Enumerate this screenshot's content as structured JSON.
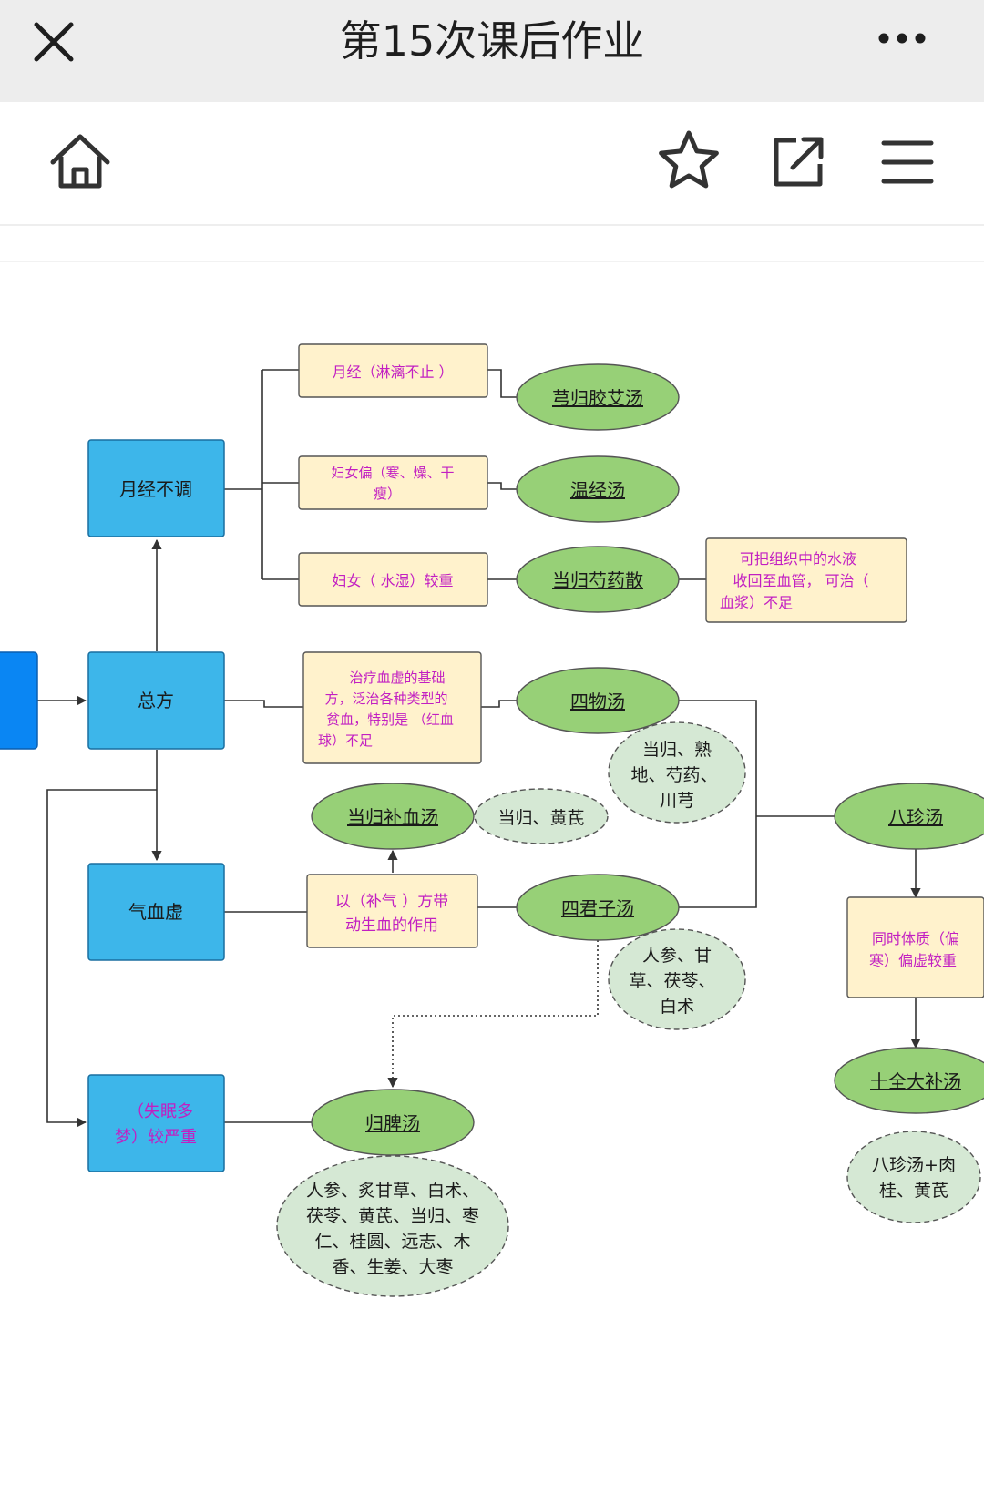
{
  "titlebar": {
    "title": "第15次课后作业"
  },
  "diagram": {
    "blue_nodes": [
      {
        "id": "yuejing_butiao",
        "label": "月经不调"
      },
      {
        "id": "zongfang",
        "label": "总方"
      },
      {
        "id": "qixuexu",
        "label": "气血虚"
      },
      {
        "id": "shimian",
        "label_lines": [
          "（失眠多",
          "梦）较严重"
        ]
      }
    ],
    "conditions": [
      {
        "id": "c1",
        "lines": [
          "月经（淋漓不止 ）"
        ]
      },
      {
        "id": "c2",
        "lines": [
          "妇女偏（寒、燥、干",
          "瘦）"
        ]
      },
      {
        "id": "c3",
        "lines": [
          "妇女（ 水湿）较重"
        ]
      },
      {
        "id": "c4",
        "lines": [
          "治疗血虚的基础",
          "方，泛治各种类型的",
          "贫血，特别是 （红血",
          "球）不足"
        ]
      },
      {
        "id": "c5",
        "lines": [
          "可把组织中的水液",
          "收回至血管， 可治（",
          "血浆）不足"
        ]
      },
      {
        "id": "c6",
        "lines": [
          "以（补气 ）方带",
          "动生血的作用"
        ]
      },
      {
        "id": "c7",
        "lines": [
          "同时体质（偏",
          "寒）偏虚较重"
        ]
      }
    ],
    "formulas": [
      {
        "id": "f1",
        "label": "芎归胶艾汤"
      },
      {
        "id": "f2",
        "label": "温经汤"
      },
      {
        "id": "f3",
        "label": "当归芍药散"
      },
      {
        "id": "f4",
        "label": "四物汤"
      },
      {
        "id": "f5",
        "label": "当归补血汤"
      },
      {
        "id": "f6",
        "label": "四君子汤"
      },
      {
        "id": "f7",
        "label": "八珍汤"
      },
      {
        "id": "f8",
        "label": "归脾汤"
      },
      {
        "id": "f9",
        "label": "十全大补汤"
      }
    ],
    "ingredients": [
      {
        "id": "i1",
        "lines": [
          "当归、熟",
          "地、芍药、",
          "川芎"
        ]
      },
      {
        "id": "i2",
        "lines": [
          "当归、黄芪"
        ]
      },
      {
        "id": "i3",
        "lines": [
          "人参、甘",
          "草、茯苓、",
          "白术"
        ]
      },
      {
        "id": "i4",
        "lines": [
          "人参、炙甘草、白术、",
          "茯苓、黄芪、当归、枣",
          "仁、桂圆、远志、木",
          "香、生姜、大枣"
        ]
      },
      {
        "id": "i5",
        "lines": [
          "八珍汤+肉",
          "桂、黄芪"
        ]
      }
    ],
    "colors": {
      "blue_node": "#3db6ea",
      "condition_fill": "#fff2cc",
      "formula_fill": "#97d077",
      "ingredient_fill": "#d5e8d4",
      "condition_text": "#c21fc2",
      "line": "#333333"
    }
  },
  "icons": [
    "close-icon",
    "more-icon",
    "home-icon",
    "star-icon",
    "share-icon",
    "menu-icon"
  ]
}
